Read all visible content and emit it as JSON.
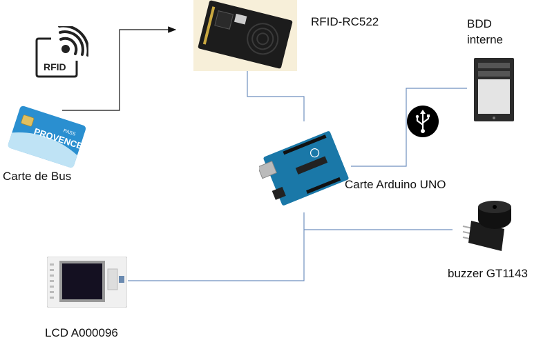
{
  "labels": {
    "rfid_module": "RFID-RC522",
    "bdd_line1": "BDD",
    "bdd_line2": "interne",
    "bus_card": "Carte de Bus",
    "arduino": "Carte Arduino UNO",
    "buzzer": "buzzer GT1143",
    "lcd": "LCD A000096",
    "rfid_icon_text": "RFID",
    "card_brand": "PROVENCE",
    "card_pass": "PASS"
  },
  "colors": {
    "wire_blue": "#6f8fbf",
    "wire_black": "#111111",
    "arduino_board": "#1a78a8",
    "rfid_board": "#1c1c1c",
    "rfid_background": "#f7efd9",
    "bus_card": "#2a8fd0",
    "usb_badge": "#000000"
  },
  "icons": {
    "rfid": "rfid-wireless-icon",
    "usb": "usb-icon",
    "computer": "tower-computer-icon"
  }
}
